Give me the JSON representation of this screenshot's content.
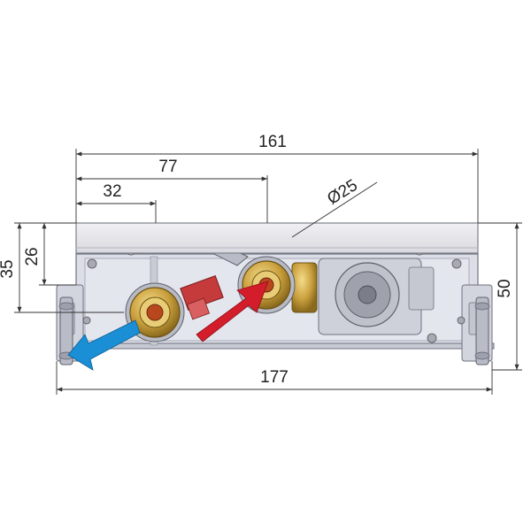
{
  "dimensions": {
    "overall_top_width": "161",
    "inlet_offset": "77",
    "outlet_offset": "32",
    "pipe_diameter": "Ø25",
    "left_height_outer": "35",
    "left_height_inner": "26",
    "right_height": "50",
    "overall_bottom_width": "177"
  },
  "colors": {
    "cover": "#e7e7ec",
    "housing": "#d7d9e3",
    "housing_edge": "#707380",
    "brass": "#caa03e",
    "supply_arrow": "#d31d2a",
    "return_arrow": "#1a8fd6",
    "valve_red": "#c53a3a",
    "dimension_line": "#333333"
  },
  "icons": {
    "supply": "red-arrow-icon",
    "return": "blue-arrow-icon"
  }
}
